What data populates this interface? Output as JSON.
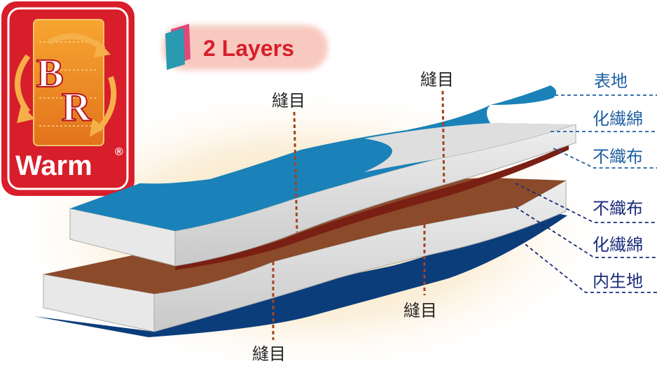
{
  "logo": {
    "letter_b": "B",
    "letter_r": "R",
    "wordmark": "Warm",
    "registered": "®",
    "colors": {
      "frame": "#d81e2a",
      "inner": "#ef8a1e"
    }
  },
  "title": {
    "text": "2 Layers",
    "icon": "two-layer-sheets-icon",
    "color": "#d81e2a"
  },
  "layers_top": [
    {
      "label": "表地",
      "color": "#1a82b8"
    },
    {
      "label": "化繊綿",
      "color": "#dcdcdc"
    },
    {
      "label": "不織布",
      "color": "#7a2a1a"
    }
  ],
  "layers_bottom": [
    {
      "label": "不織布",
      "color": "#8b4a2a"
    },
    {
      "label": "化繊綿",
      "color": "#dcdcdc"
    },
    {
      "label": "内生地",
      "color": "#0b3d7a"
    }
  ],
  "seams": [
    {
      "label": "縫目"
    },
    {
      "label": "縫目"
    },
    {
      "label": "縫目"
    },
    {
      "label": "縫目"
    }
  ]
}
